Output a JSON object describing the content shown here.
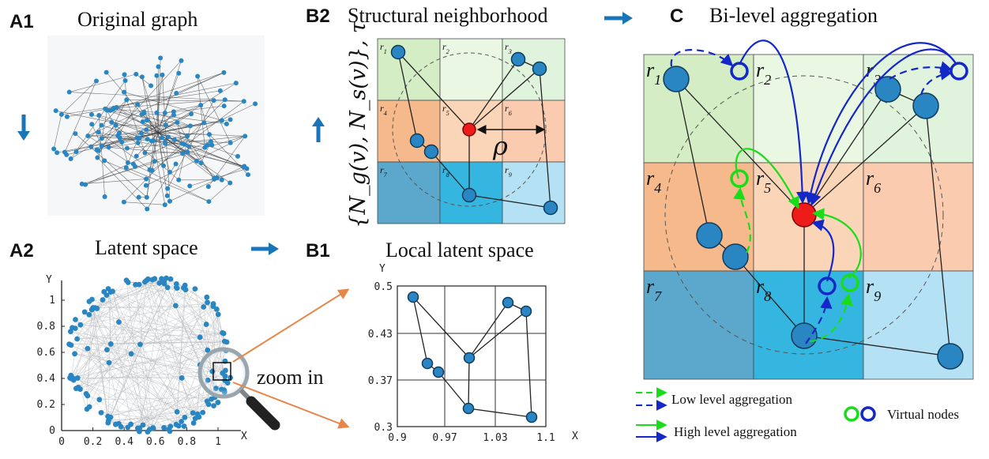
{
  "panels": {
    "a1": {
      "tag": "A1",
      "title": "Original graph"
    },
    "a2": {
      "tag": "A2",
      "title": "Latent space",
      "zoom_label": "zoom in",
      "xticks": [
        "0",
        "0.2",
        "0.4",
        "0.6",
        "0.8",
        "1"
      ],
      "yticks": [
        "0",
        "0.2",
        "0.4",
        "0.6",
        "0.8",
        "1"
      ],
      "xlabel": "X",
      "ylabel": "Y"
    },
    "b1": {
      "tag": "B1",
      "title": "Local latent space",
      "xticks": [
        "0.9",
        "0.97",
        "1.03",
        "1.1"
      ],
      "yticks": [
        "0.3",
        "0.37",
        "0.43",
        "0.5"
      ],
      "xlabel": "X",
      "ylabel": "Y"
    },
    "b2": {
      "tag": "B2",
      "title": "Structural neighborhood",
      "side_label": "{N_g(v), N_s(v)}, τ",
      "rho": "ρ",
      "regions": [
        "r1",
        "r2",
        "r3",
        "r4",
        "r5",
        "r6",
        "r7",
        "r8",
        "r9"
      ]
    },
    "c": {
      "tag": "C",
      "title": "Bi-level aggregation",
      "regions": [
        "r1",
        "r2",
        "r3",
        "r4",
        "r5",
        "r6",
        "r7",
        "r8",
        "r9"
      ],
      "legend": {
        "low": "Low level aggregation",
        "high": "High level aggregation",
        "virtual": "Virtual nodes"
      }
    }
  },
  "colors": {
    "node": "#2a86c2",
    "center": "#ee1b1b",
    "arrow_blue": "#1428c8",
    "arrow_green": "#19dd19",
    "step_arrow": "#1a74b8",
    "zoom_arrow": "#e8864a",
    "regions": [
      "#d4edc4",
      "#eaf7e2",
      "#e0f3dc",
      "#f5b98c",
      "#fbd5b8",
      "#fbcbb0",
      "#5ba8cc",
      "#35b6e0",
      "#b5e1f5"
    ]
  }
}
